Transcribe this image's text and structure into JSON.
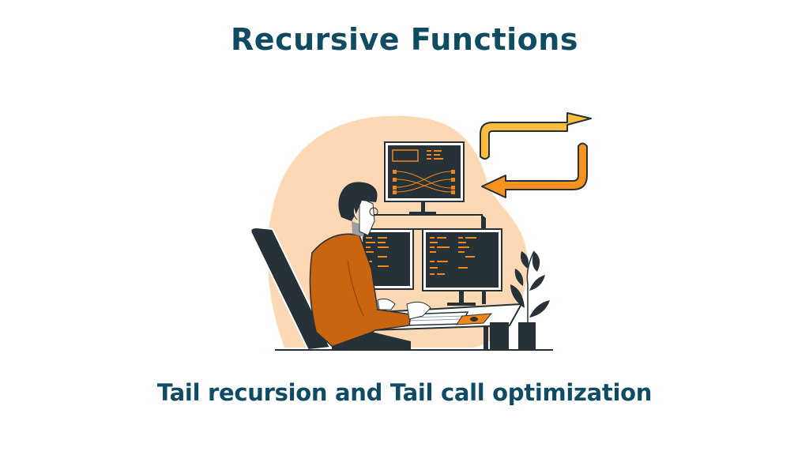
{
  "header": {
    "title": "Recursive Functions"
  },
  "footer": {
    "subtitle": "Tail recursion and Tail call optimization"
  },
  "illustration": {
    "subject": "developer-at-multi-monitor-workstation",
    "icons": [
      "recursion-arrows-icon",
      "monitor-icon",
      "desk-chair-icon",
      "plant-icon",
      "keyboard-icon",
      "mouse-icon"
    ],
    "colors": {
      "title": "#0f4c64",
      "blob": "#fcd9b4",
      "dark": "#263238",
      "orange": "#f0861a",
      "shirt": "#c9650e",
      "arrow_top": "#fbbd3c",
      "arrow_bottom": "#f7921e"
    }
  }
}
